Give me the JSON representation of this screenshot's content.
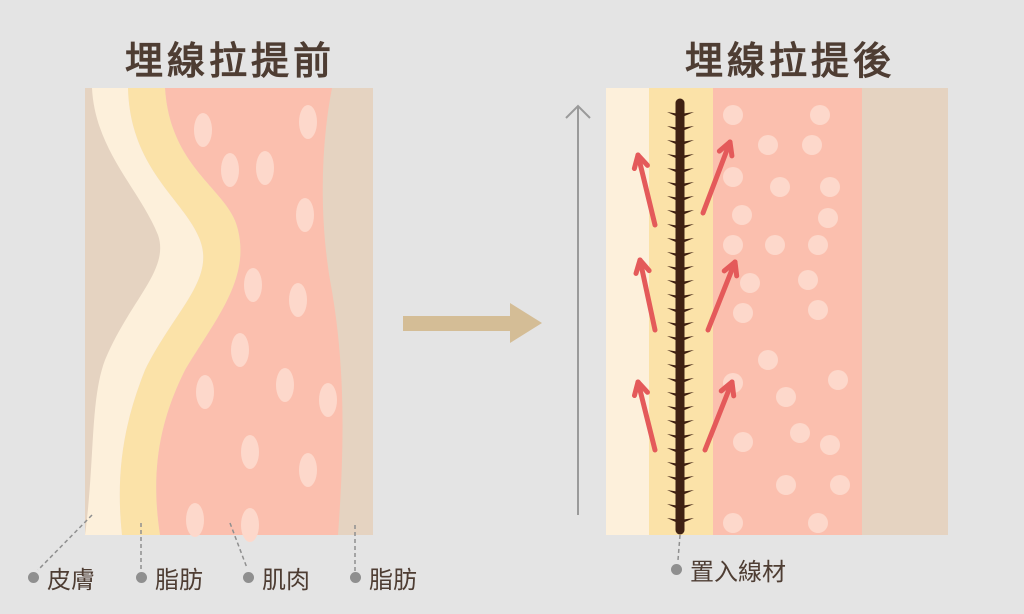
{
  "before": {
    "title": "埋線拉提前",
    "labels": [
      "皮膚",
      "脂肪",
      "肌肉",
      "脂肪"
    ]
  },
  "after": {
    "title": "埋線拉提後",
    "label": "置入線材"
  },
  "colors": {
    "background": "#e4e4e4",
    "skin": "#fdf0db",
    "fat": "#fbe2a8",
    "muscle": "#fbbfae",
    "deep_fat": "#e5d3c1",
    "thread": "#3f2113",
    "lift_arrow": "#e45a5a",
    "transition_arrow": "#d4bd96",
    "text": "#4e3d33"
  }
}
